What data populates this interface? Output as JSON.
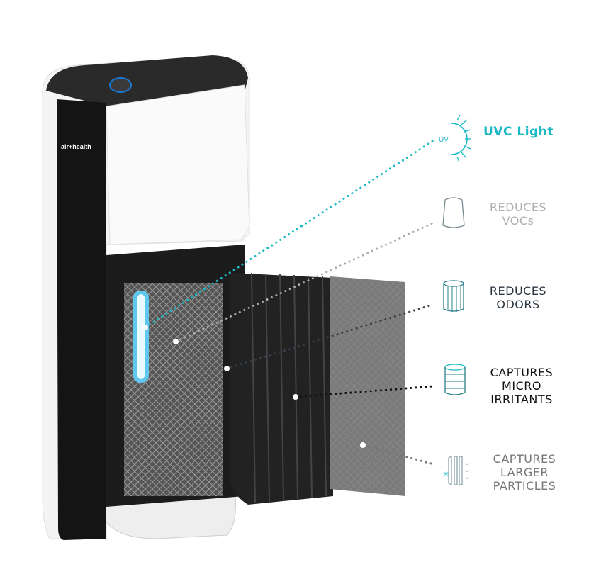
{
  "brand": "air+health",
  "features": [
    {
      "label_lines": [
        "UVC Light"
      ],
      "icon": "uv-sun-icon",
      "color": "#1bb8c6",
      "icon_text": "UV"
    },
    {
      "label_lines": [
        "REDUCES",
        "VOCs"
      ],
      "icon": "carbon-canister-icon",
      "color": "#b0b0b0"
    },
    {
      "label_lines": [
        "REDUCES",
        "ODORS"
      ],
      "icon": "cylinder-filter-icon",
      "color": "#2b3640"
    },
    {
      "label_lines": [
        "CAPTURES",
        "MICRO",
        "IRRITANTS"
      ],
      "icon": "hepa-filter-icon",
      "color": "#111111"
    },
    {
      "label_lines": [
        "CAPTURES",
        "LARGER",
        "PARTICLES"
      ],
      "icon": "pre-filter-icon",
      "color": "#777777"
    }
  ]
}
